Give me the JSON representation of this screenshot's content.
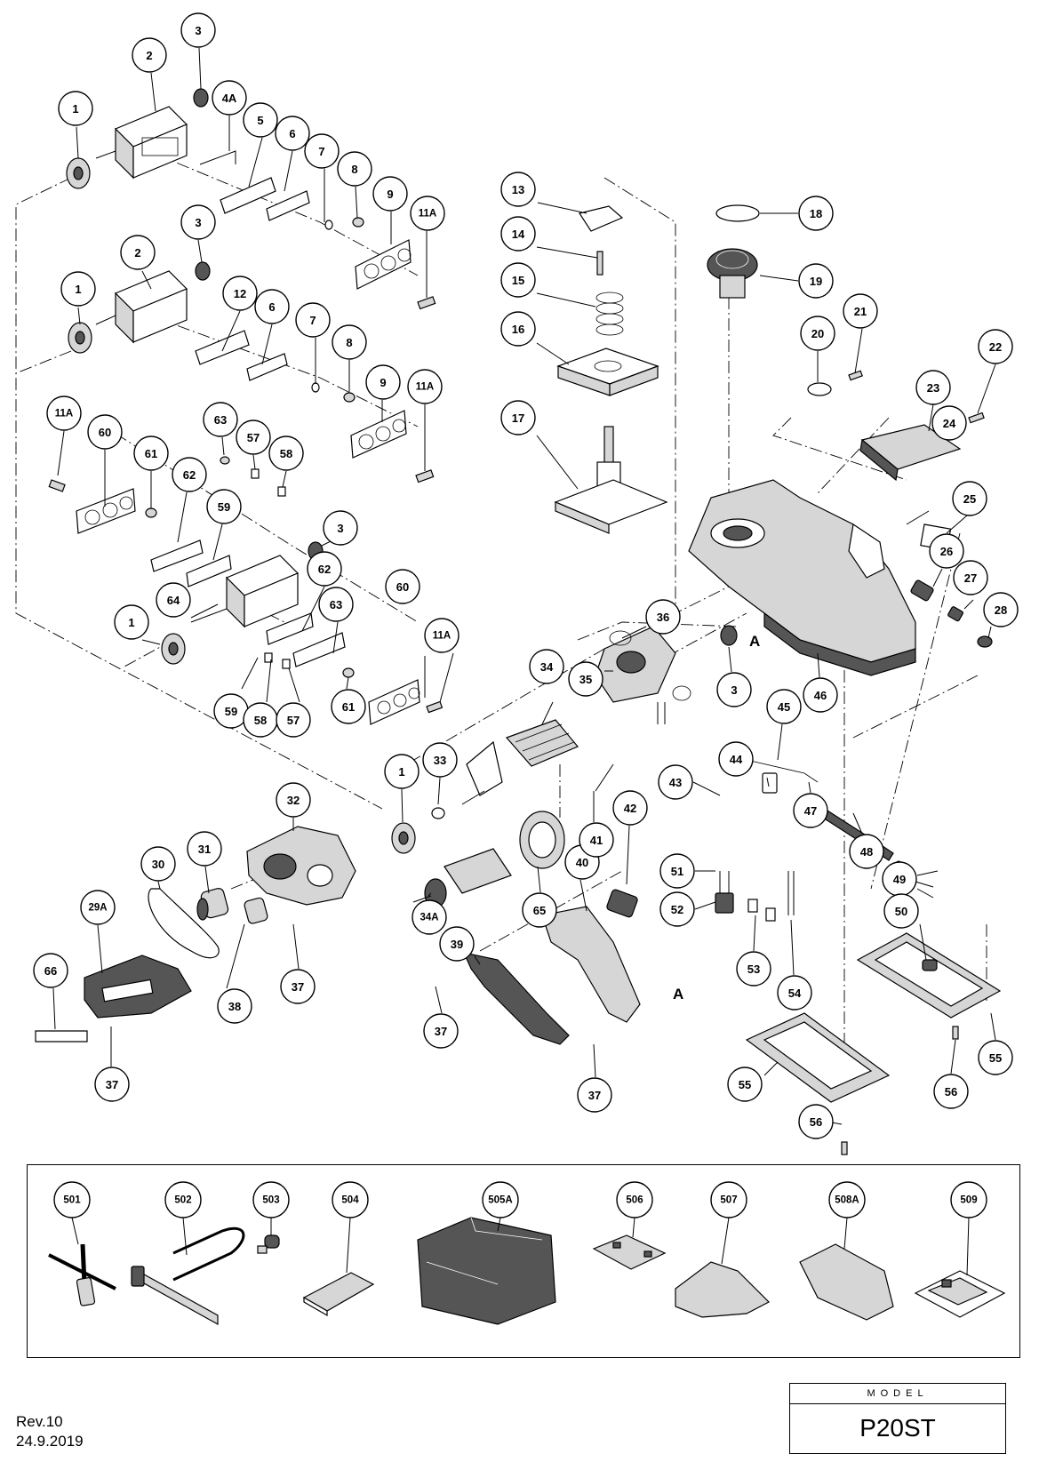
{
  "document": {
    "model_caption": "MODEL",
    "model_name": "P20ST",
    "revision": "Rev.10",
    "date": "24.9.2019"
  },
  "markers": [
    "A",
    "A"
  ],
  "callouts": [
    "1",
    "2",
    "3",
    "4A",
    "5",
    "6",
    "7",
    "8",
    "9",
    "11A",
    "2",
    "3",
    "1",
    "12",
    "6",
    "7",
    "8",
    "9",
    "11A",
    "11A",
    "60",
    "61",
    "62",
    "63",
    "57",
    "58",
    "59",
    "3",
    "63",
    "64",
    "1",
    "62",
    "60",
    "11A",
    "59",
    "58",
    "57",
    "61",
    "13",
    "14",
    "15",
    "16",
    "17",
    "18",
    "19",
    "20",
    "21",
    "22",
    "23",
    "24",
    "25",
    "26",
    "27",
    "28",
    "36",
    "35",
    "34",
    "33",
    "3",
    "46",
    "45",
    "44",
    "43",
    "1",
    "32",
    "31",
    "30",
    "29A",
    "66",
    "37",
    "38",
    "37",
    "34A",
    "65",
    "40",
    "41",
    "42",
    "39",
    "37",
    "37",
    "47",
    "48",
    "51",
    "52",
    "53",
    "54",
    "49",
    "50",
    "55",
    "56",
    "56",
    "55"
  ],
  "accessories": [
    "501",
    "502",
    "503",
    "504",
    "505A",
    "506",
    "507",
    "508A",
    "509"
  ]
}
